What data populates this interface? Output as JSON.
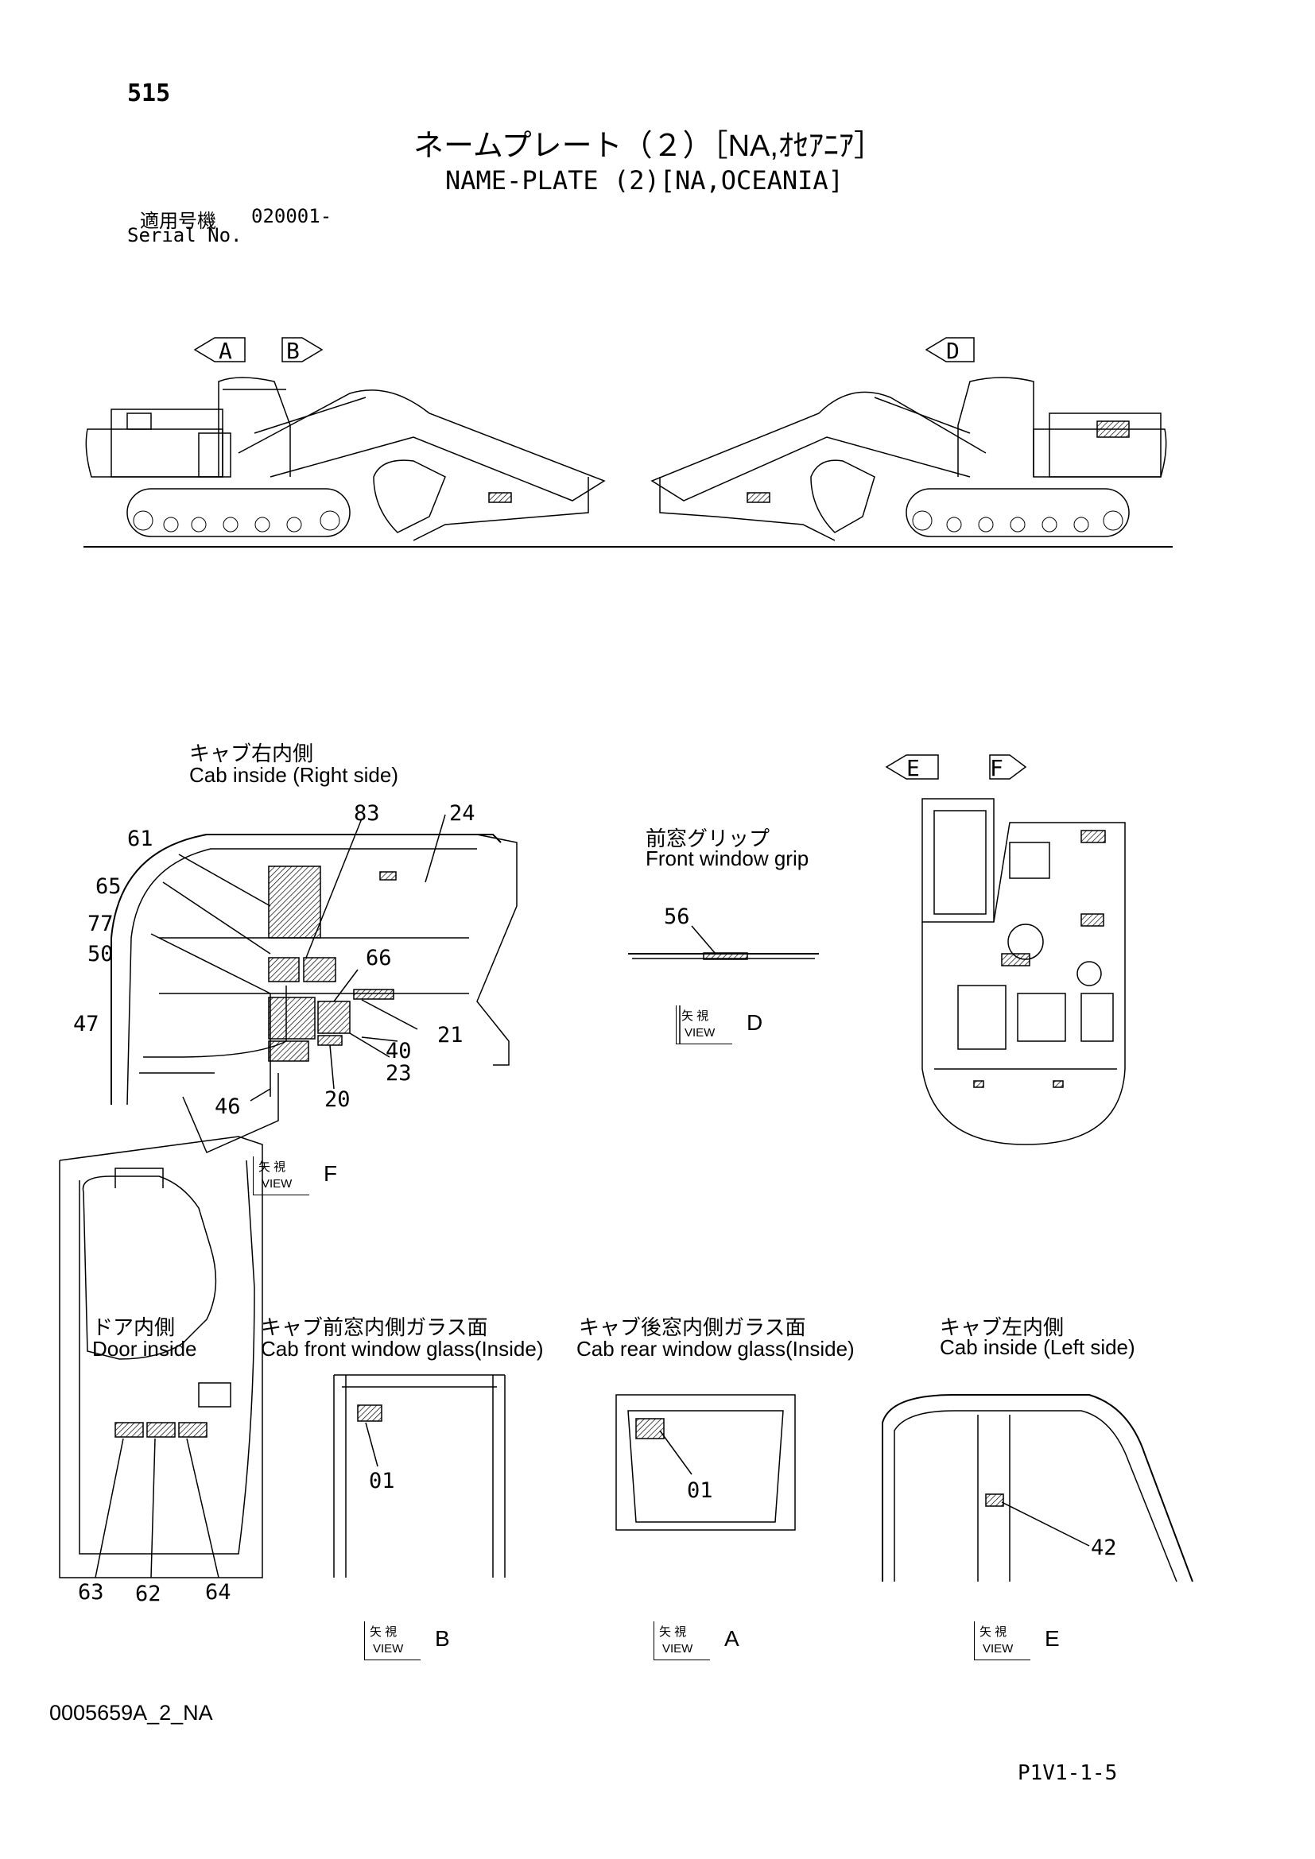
{
  "page_number": "515",
  "title_jp": "ネームプレート（２）［NA,ｵｾｱﾆｱ］",
  "title_en": "NAME-PLATE (2)[NA,OCEANIA]",
  "serial": {
    "label_jp": "適用号機",
    "value": "020001-",
    "label_en": "Serial No."
  },
  "arrows": {
    "a": "A",
    "b": "B",
    "d": "D",
    "e": "E",
    "f": "F"
  },
  "sections": {
    "cab_right": {
      "jp": "キャブ右内側",
      "en": "Cab inside (Right side)",
      "labels": [
        "61",
        "65",
        "77",
        "50",
        "47",
        "46",
        "83",
        "24",
        "66",
        "21",
        "40",
        "23",
        "20"
      ]
    },
    "front_grip": {
      "jp": "前窓グリップ",
      "en": "Front window grip",
      "labels": [
        "56"
      ]
    },
    "door": {
      "jp": "ドア内側",
      "en": "Door inside",
      "labels": [
        "63",
        "62",
        "64"
      ]
    },
    "front_glass": {
      "jp": "キャブ前窓内側ガラス面",
      "en": "Cab front window glass(Inside)",
      "labels": [
        "01"
      ]
    },
    "rear_glass": {
      "jp": "キャブ後窓内側ガラス面",
      "en": "Cab rear window glass(Inside)",
      "labels": [
        "01"
      ]
    },
    "cab_left": {
      "jp": "キャブ左内側",
      "en": "Cab inside (Left side)",
      "labels": [
        "42"
      ]
    }
  },
  "views": {
    "kanji": "矢 視",
    "word": "VIEW",
    "f": "F",
    "d": "D",
    "b": "B",
    "a": "A",
    "e": "E"
  },
  "footer": {
    "code": "0005659A_2_NA",
    "page_ref": "P1V1-1-5"
  }
}
